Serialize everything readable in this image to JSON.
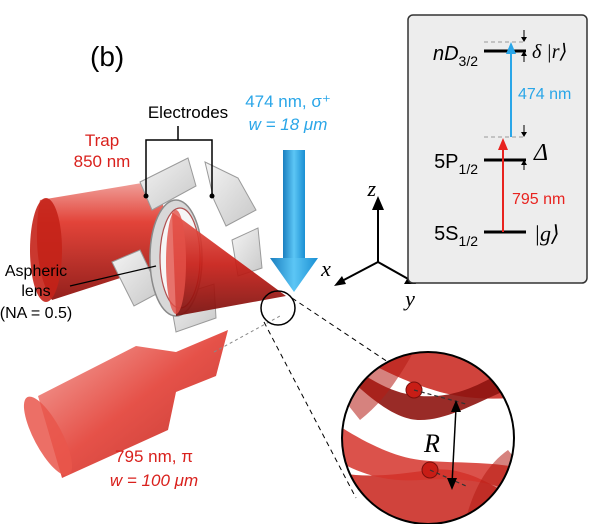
{
  "panel_label": "(b)",
  "labels": {
    "electrodes": "Electrodes",
    "trap_line1": "Trap",
    "trap_line2": "850 nm",
    "lens_line1": "Aspheric",
    "lens_line2": "lens",
    "lens_line3": "(NA = 0.5)",
    "blue_beam_line1": "474 nm, σ⁺",
    "blue_beam_line2": "w = 18 μm",
    "red_beam_line1": "795 nm, π",
    "red_beam_line2": "w = 100 μm"
  },
  "axes": {
    "x": "x",
    "y": "y",
    "z": "z"
  },
  "inset": {
    "distance_label": "R"
  },
  "level_diagram": {
    "levels": [
      {
        "name": "nD3/2",
        "main": "nD",
        "sub": "3/2",
        "ket": "δ |r⟩"
      },
      {
        "name": "5P1/2",
        "main": "5P",
        "sub": "1/2",
        "ket": "Δ"
      },
      {
        "name": "5S1/2",
        "main": "5S",
        "sub": "1/2",
        "ket": "|g⟩"
      }
    ],
    "transitions": [
      {
        "label": "474 nm",
        "color": "#2aa6e8"
      },
      {
        "label": "795 nm",
        "color": "#e8231f"
      }
    ]
  },
  "colors": {
    "red_beam": "#d9211d",
    "blue_beam": "#2aa6e8",
    "electrode": "#e4e4e4",
    "box_bg": "#ededed"
  }
}
